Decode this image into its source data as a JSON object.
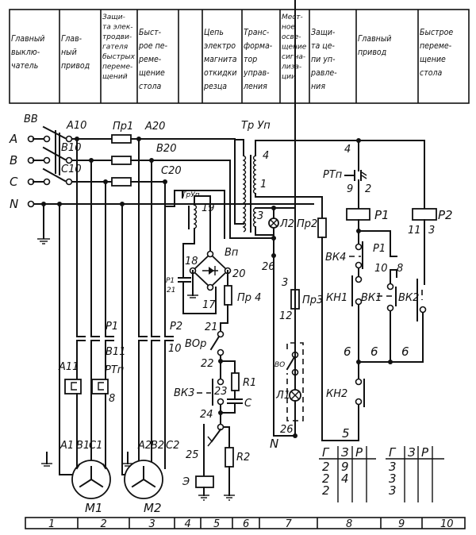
{
  "header_columns": [
    {
      "lines": [
        "Главный",
        "выклю-",
        "чатель"
      ]
    },
    {
      "lines": [
        "Глав-",
        "ный",
        "привод"
      ]
    },
    {
      "lines": [
        "Защи-",
        "та элек-",
        "тродви-",
        "гателя",
        "быстрых",
        "переме-",
        "щений"
      ]
    },
    {
      "lines": [
        "Быст-",
        "рое пе-",
        "реме-",
        "щение",
        "стола"
      ]
    },
    {
      "lines": []
    },
    {
      "lines": [
        "Цепь",
        "электро",
        "магнита",
        "откидки",
        "резца"
      ]
    },
    {
      "lines": [
        "Транс-",
        "форма-",
        "тор",
        "управ-",
        "ления"
      ]
    },
    {
      "lines": [
        "Мест-",
        "ное",
        "осве-",
        "щение",
        "сигна-",
        "лиза-",
        "ции"
      ]
    },
    {
      "lines": [
        "Защи-",
        "та це-",
        "пи уп-",
        "равле-",
        "ния"
      ]
    },
    {
      "lines": [
        "Главный",
        "привод"
      ]
    },
    {
      "lines": [
        "Быстрое",
        "переме-",
        "щение",
        "стола"
      ]
    }
  ],
  "footer_columns": [
    "1",
    "2",
    "3",
    "4",
    "5",
    "6",
    "7",
    "8",
    "9",
    "10"
  ],
  "labels": {
    "switch": "ВВ",
    "phase_a": "A",
    "phase_b": "B",
    "phase_c": "C",
    "neutral": "N",
    "a10": "A10",
    "b10": "B10",
    "c10": "C10",
    "fuse_pr1": "Пр1",
    "a20": "A20",
    "b20": "B20",
    "c20": "C20",
    "p1_contact": "P1",
    "b11": "B11",
    "rtp_label": "РТп",
    "a11": "A11",
    "n8": "8",
    "p2_contact": "P2",
    "n10_left": "10",
    "a1": "A1",
    "b1": "B1",
    "c1": "C1",
    "a2": "A2",
    "b2": "B2",
    "c2": "C2",
    "motor1": "M1",
    "motor2": "M2",
    "transformer": "Тр Уп",
    "tr_4": "4",
    "tr_1": "1",
    "tr_3": "3",
    "trup_small": "ТрУп",
    "n19": "19",
    "n18": "18",
    "rectifier": "Вп",
    "n20": "20",
    "n17": "17",
    "p1_21": "P1",
    "n21_side": "21",
    "fuse_pr4": "Пр 4",
    "n21": "21",
    "vop": "ВОр",
    "n22": "22",
    "r1": "R1",
    "vk3": "ВК3",
    "n23": "23",
    "cap": "C",
    "n24": "24",
    "n25": "25",
    "r2": "R2",
    "magnet": "Э",
    "lamp_l2": "Л2",
    "fuse_pr2": "Пр2",
    "n26_top": "26",
    "n3": "3",
    "fuse_pr3": "Пр3",
    "n12": "12",
    "vo": "ВО",
    "lamp_l1": "Л1",
    "n26_bot": "26",
    "n_bottom": "N",
    "n4": "4",
    "rtp_relay": "РТп",
    "n9": "9",
    "n2": "2",
    "relay_p1": "P1",
    "relay_p2": "P2",
    "n11": "11",
    "n3_right": "3",
    "vk4": "ВК4",
    "p1_aux": "P1",
    "n10": "10",
    "n8_right": "8",
    "kn1": "КН1",
    "vk1": "ВК1",
    "vk2": "ВК2",
    "n6a": "6",
    "n6b": "6",
    "n6c": "6",
    "kn2": "КН2",
    "n5": "5"
  },
  "contact_tables": [
    {
      "headers": [
        "Г",
        "З",
        "Р"
      ],
      "rows": [
        [
          "2",
          "9",
          ""
        ],
        [
          "2",
          "4",
          ""
        ],
        [
          "2",
          "",
          ""
        ]
      ]
    },
    {
      "headers": [
        "Г",
        "З",
        "Р"
      ],
      "rows": [
        [
          "3",
          "",
          ""
        ],
        [
          "3",
          "",
          ""
        ],
        [
          "3",
          "",
          ""
        ]
      ]
    }
  ]
}
